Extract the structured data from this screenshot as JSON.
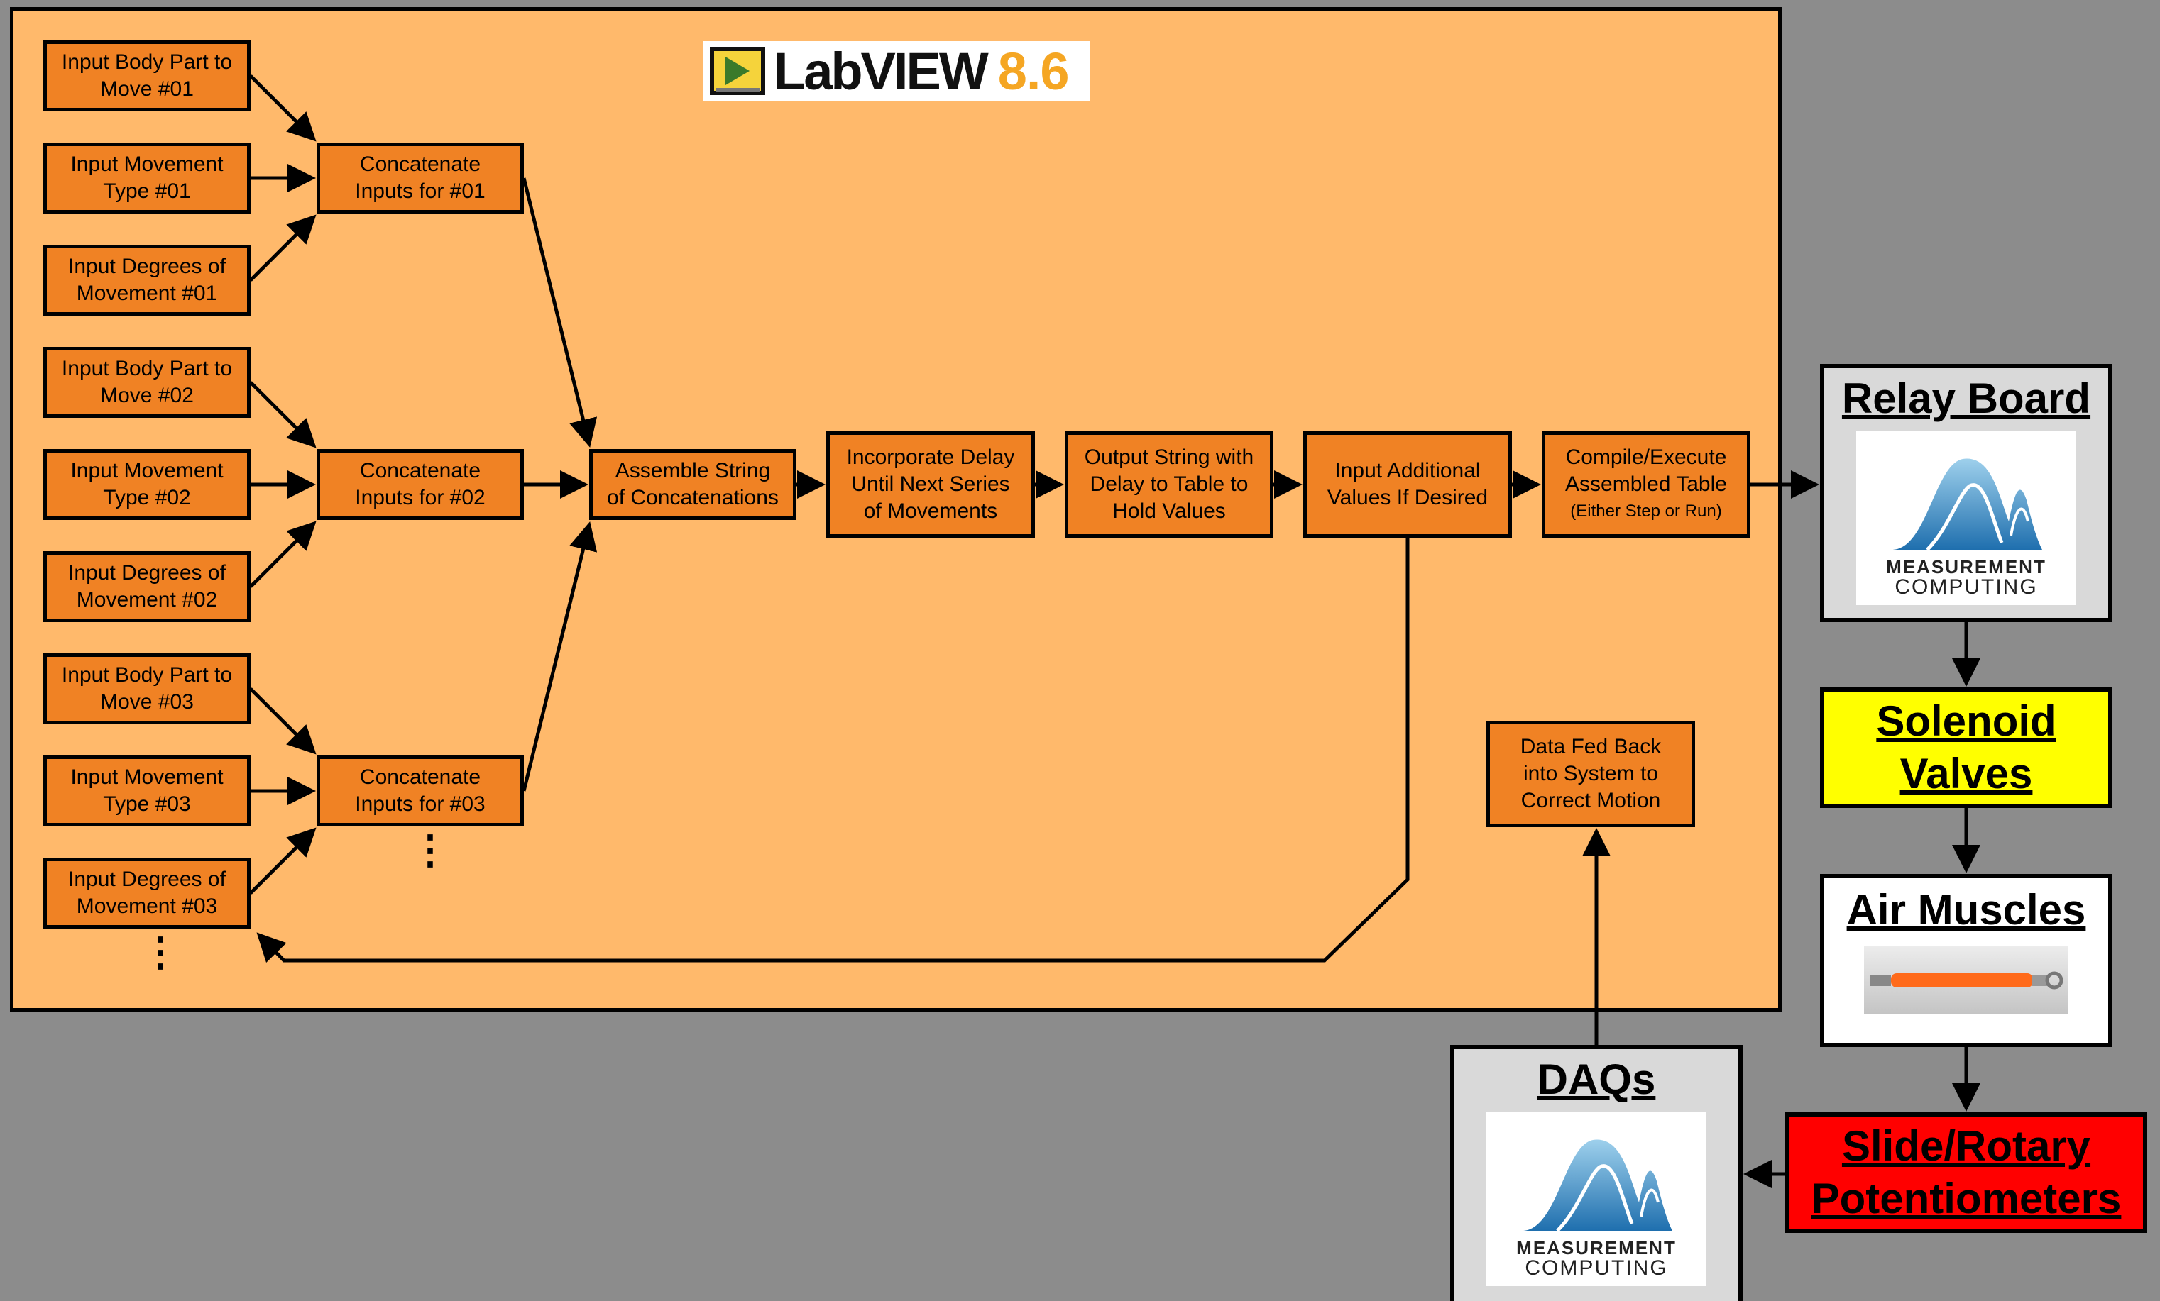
{
  "software_logo": {
    "name": "LabVIEW",
    "version": "8.6"
  },
  "inputs": [
    {
      "body_part": "Input Body Part to\nMove #01",
      "movement_type": "Input Movement\nType #01",
      "degrees": "Input Degrees of\nMovement #01",
      "concatenate": "Concatenate\nInputs for #01"
    },
    {
      "body_part": "Input Body Part to\nMove #02",
      "movement_type": "Input Movement\nType #02",
      "degrees": "Input Degrees of\nMovement #02",
      "concatenate": "Concatenate\nInputs for #02"
    },
    {
      "body_part": "Input Body Part to\nMove #03",
      "movement_type": "Input Movement\nType #03",
      "degrees": "Input Degrees of\nMovement #03",
      "concatenate": "Concatenate\nInputs for #03"
    }
  ],
  "ellipsis": "⋮",
  "pipeline": {
    "assemble": "Assemble String\nof Concatenations",
    "delay": "Incorporate Delay\nUntil Next Series\nof Movements",
    "output": "Output String with\nDelay to Table to\nHold Values",
    "additional": "Input Additional\nValues If Desired",
    "compile": "Compile/Execute\nAssembled Table",
    "compile_note": "(Either Step or Run)",
    "feedback": "Data Fed Back\ninto System to\nCorrect Motion"
  },
  "hardware": {
    "relay_board": "Relay Board",
    "solenoid_valves": "Solenoid\nValves",
    "air_muscles": "Air Muscles",
    "potentiometers": "Slide/Rotary\nPotentiometers",
    "daqs": "DAQs"
  },
  "vendor_logo": {
    "line1": "MEASUREMENT",
    "line2": "COMPUTING",
    "mark": "."
  },
  "colors": {
    "background": "#8c8c8c",
    "panel": "#ffb96b",
    "box": "#f08224",
    "relay": "#d9d9d9",
    "solenoid": "#ffff00",
    "air_muscles": "#ffffff",
    "potentiometers": "#ff0000",
    "daqs": "#d9d9d9"
  }
}
